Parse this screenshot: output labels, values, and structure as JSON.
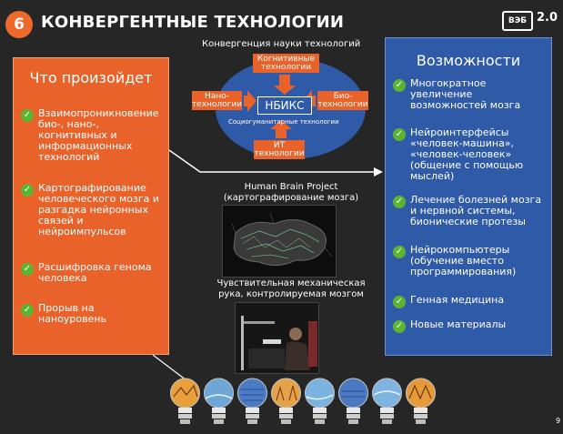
{
  "header": {
    "slide_number": "6",
    "title": "КОНВЕРГЕНТНЫЕ ТЕХНОЛОГИИ",
    "logo_text": "ВЭБ",
    "logo_suffix": "2.0"
  },
  "left_panel": {
    "title": "Что произойдет",
    "items": [
      "Взаимопроникновение био-, нано-, когнитивных и информационных технологий",
      "Картографирование человеческого мозга и разгадка нейронных связей и нейроимпульсов",
      "Расшифровка генома человека",
      "Прорыв на наноуровень"
    ]
  },
  "diagram": {
    "title": "Конвергенция науки технологий",
    "center": "НБИКС",
    "subtitle": "Социогуманитарные технологии",
    "top": "Когнитивные технологии",
    "left": "Нано- технологии",
    "right": "Био- технологии",
    "bottom": "ИТ технологии"
  },
  "brain_project": {
    "title": "Human Brain Project",
    "subtitle": "(картографирование мозга)"
  },
  "arm": {
    "caption": "Чувствительная механическая рука, контролируемая мозгом"
  },
  "right_panel": {
    "title": "Возможности",
    "items": [
      "Многократное увеличение возможностей мозга",
      "Нейроинтерфейсы «человек-машина», «человек-человек» (общение с помощью мыслей)",
      "Лечение болезней мозга и нервной системы, бионические протезы",
      "Нейрокомпьютеры (обучение вместо программирования)",
      "Генная медицина",
      "Новые материалы"
    ]
  },
  "footer": {
    "page_number": "9"
  },
  "colors": {
    "orange": "#e8622a",
    "blue": "#2f5aa8",
    "check_green": "#5cb531",
    "background": "#262626"
  }
}
